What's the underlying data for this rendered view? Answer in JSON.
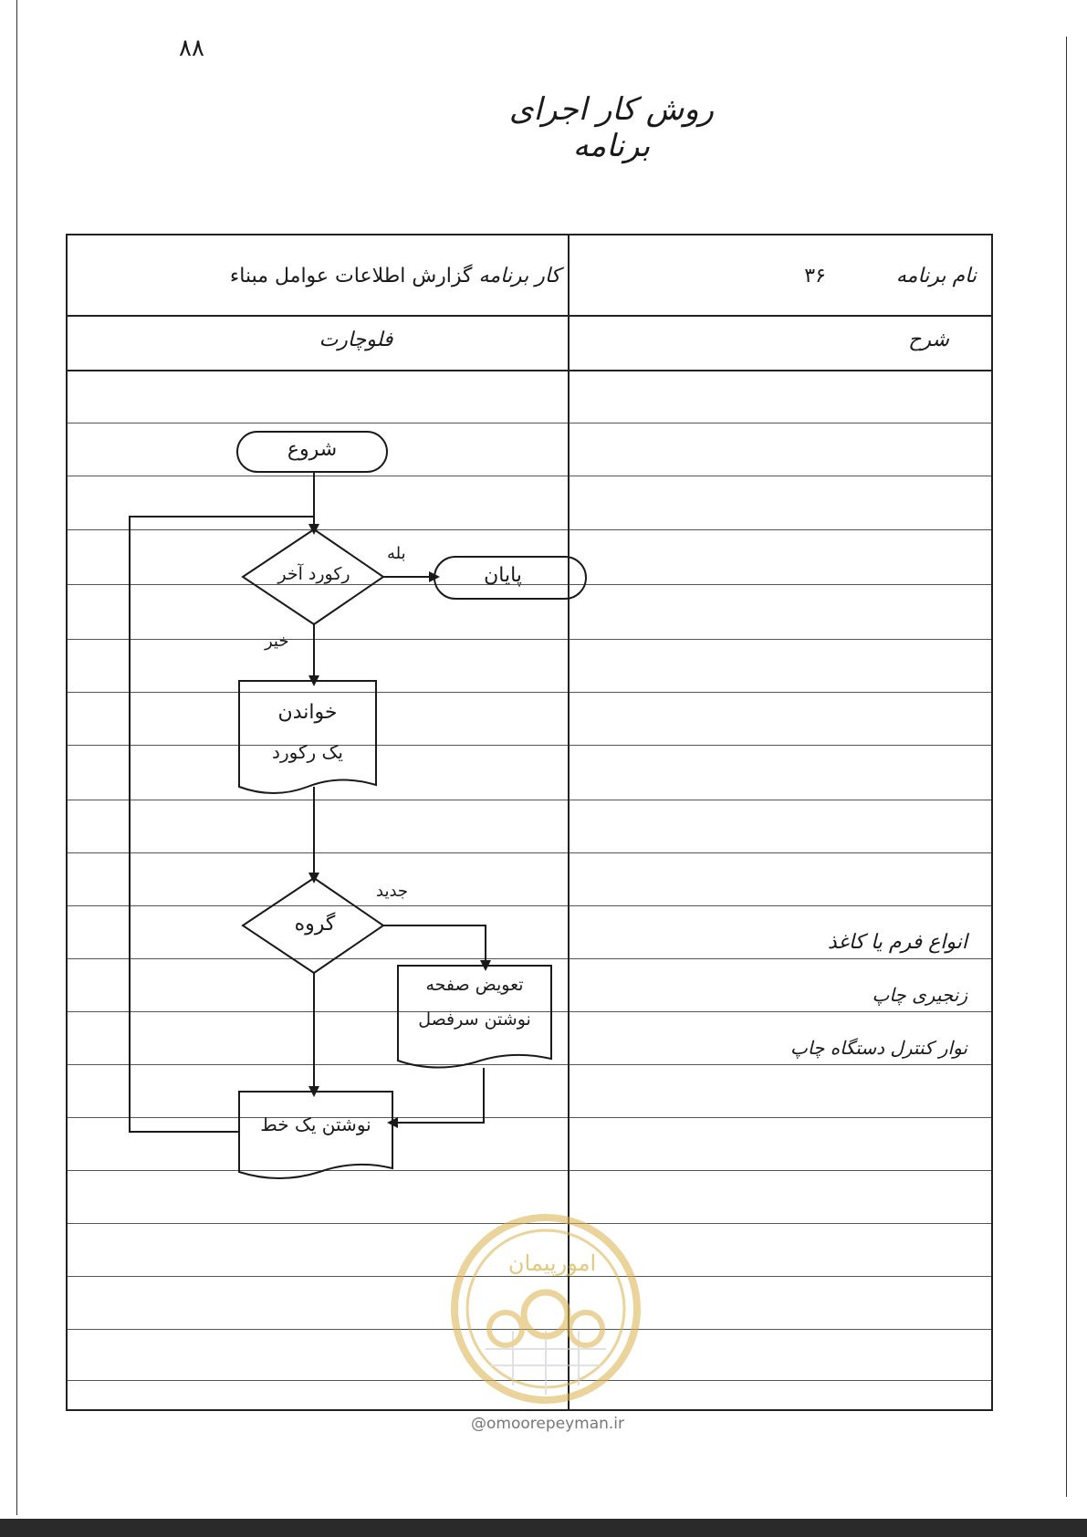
{
  "page": {
    "number": "۸۸",
    "title": "روش کار اجرای برنامه"
  },
  "form": {
    "program_number_label": "نام برنامه",
    "program_number_value": "۳۶",
    "program_name_label": "کار برنامه",
    "program_name_value": "گزارش اطلاعات عوامل مبناء",
    "description_header": "شرح",
    "flowchart_header": "فلوچارت"
  },
  "flowchart": {
    "start": "شروع",
    "decision_last_record": "رکورد آخر",
    "yes_label": "بله",
    "end": "پایان",
    "no_label": "خیر",
    "read_line1": "خواندن",
    "read_line2": "یک رکورد",
    "decision_group": "گروه",
    "new_label": "جدید",
    "page_change_line1": "تعویض صفحه",
    "page_change_line2": "نوشتن سرفصل",
    "write_line": "نوشتن یک خط"
  },
  "description_notes": [
    "انواع فرم یا کاغذ",
    "زنجیری چاپ",
    "نوار کنترل دستگاه چاپ"
  ],
  "watermark": {
    "logo_text": "امورپیمان",
    "site": "@omoorepeyman.ir"
  }
}
